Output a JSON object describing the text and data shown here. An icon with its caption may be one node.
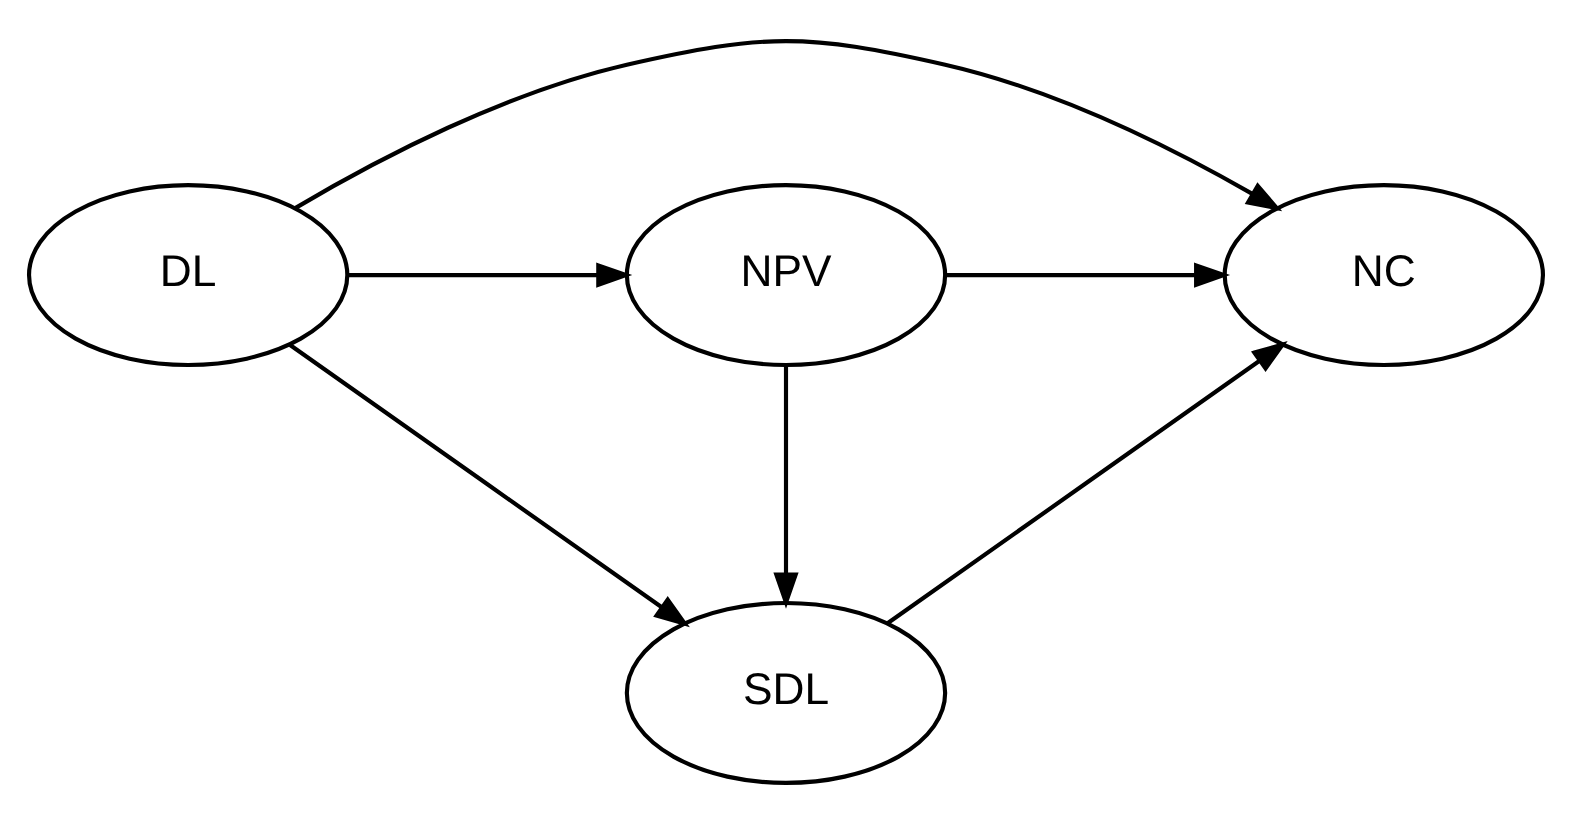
{
  "diagram": {
    "nodes": [
      {
        "text": [
          "SDL"
        ]
      },
      {
        "text": [
          "DL"
        ]
      },
      {
        "text": [
          "NC"
        ]
      },
      {
        "text": [
          "NPV"
        ]
      }
    ],
    "edges": [
      {
        "from": 1,
        "to": 0,
        "arrow": "to"
      },
      {
        "from": 1,
        "to": 2,
        "arrow": "to"
      },
      {
        "from": 1,
        "to": 3,
        "arrow": "to"
      },
      {
        "from": 3,
        "to": 0,
        "arrow": "to"
      },
      {
        "from": 0,
        "to": 2,
        "arrow": "to"
      },
      {
        "from": 3,
        "to": 2,
        "arrow": "to"
      }
    ]
  }
}
